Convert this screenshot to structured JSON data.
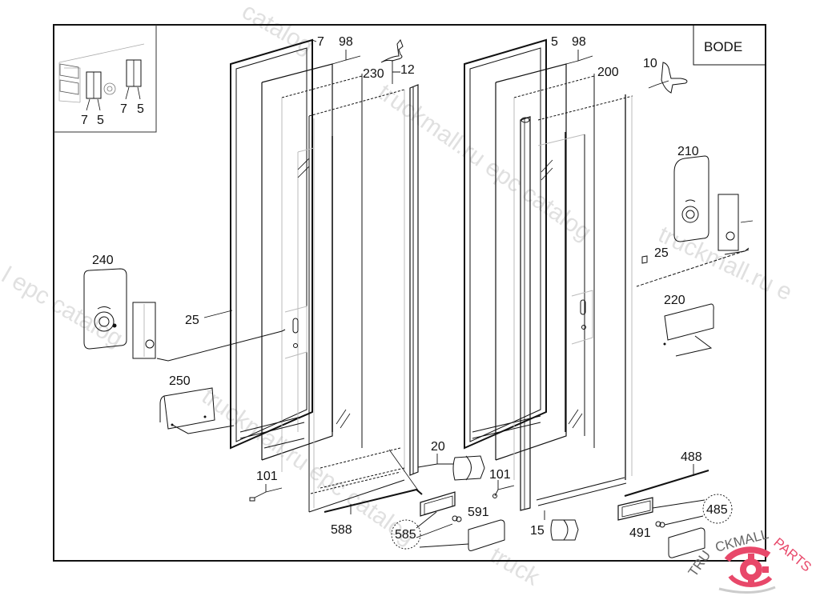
{
  "diagram": {
    "title": "Door assembly exploded view",
    "brand_box_label": "BODE",
    "inset": {
      "labels": [
        "7",
        "5",
        "7",
        "5"
      ]
    },
    "callouts": {
      "left_seal": "7",
      "left_98": "98",
      "left_230": "230",
      "left_12": "12",
      "right_seal": "5",
      "right_98": "98",
      "right_200": "200",
      "right_10": "10",
      "part_210": "210",
      "part_25_right": "25",
      "part_220": "220",
      "part_240": "240",
      "part_25_left": "25",
      "part_250": "250",
      "part_101_left": "101",
      "part_588": "588",
      "part_20": "20",
      "part_585": "585",
      "part_591": "591",
      "part_101_right": "101",
      "part_15": "15",
      "part_488": "488",
      "part_485": "485",
      "part_491": "491"
    },
    "watermarks": [
      "truckmall.ru epc catalog",
      "l epc catalog",
      "truckmall.ru epc catalog",
      "truckmall.ru e",
      "catalog"
    ],
    "logo": {
      "text": "TRUCKMALLPARTS",
      "color_primary": "#e8486a",
      "color_text": "#555555"
    },
    "colors": {
      "line": "#111111",
      "light_line": "#b8b8b8",
      "watermark": "#d0d0d0"
    }
  }
}
